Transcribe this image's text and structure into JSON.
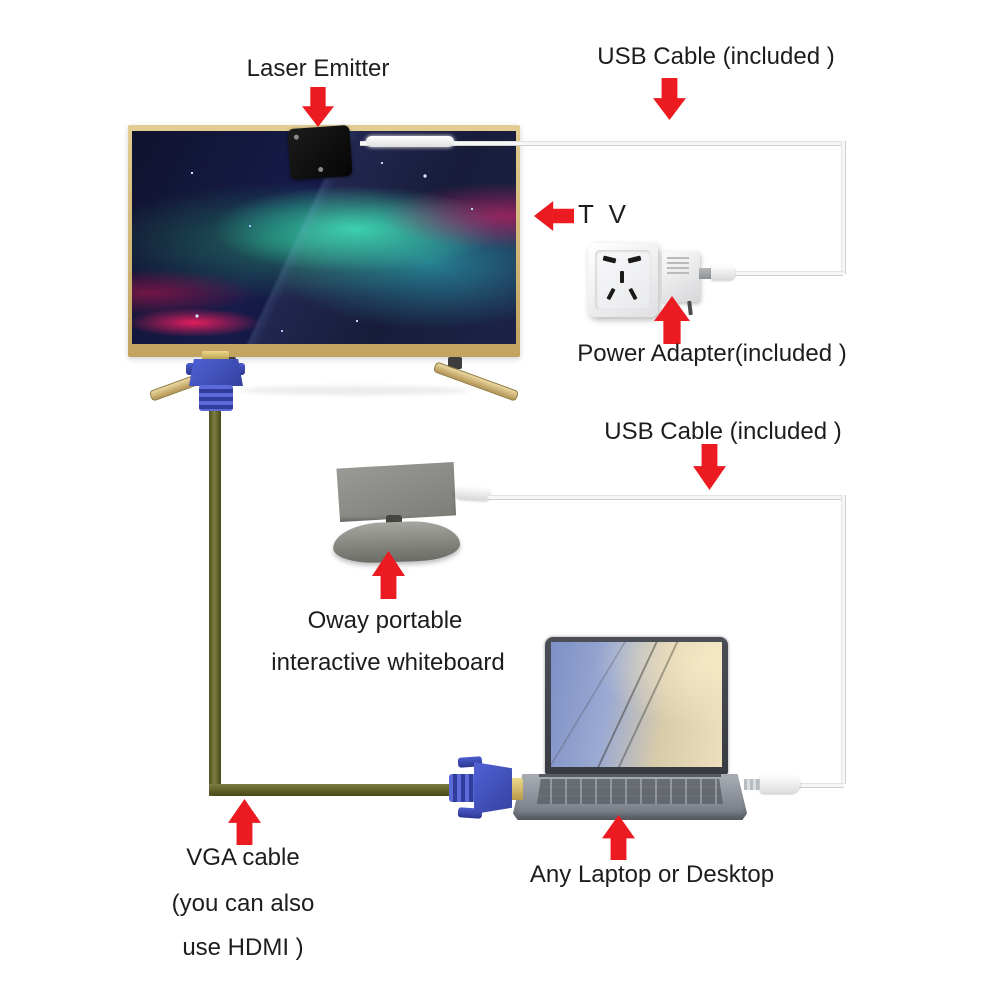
{
  "diagram": {
    "labels": {
      "laser_emitter": "Laser Emitter",
      "usb_cable_top": "USB Cable (included )",
      "tv": "T V",
      "power_adapter": "Power Adapter(included )",
      "usb_cable_mid": "USB Cable (included )",
      "whiteboard_line1": "Oway portable",
      "whiteboard_line2": "interactive whiteboard",
      "vga_line1": "VGA cable",
      "vga_line2": "(you can also",
      "vga_line3": "use HDMI )",
      "laptop": "Any Laptop or Desktop"
    },
    "colors": {
      "background": "#ffffff",
      "arrow_red": "#ec1b22",
      "text": "#1d1d1d",
      "tv_bezel_gold": "#c9a963",
      "usb_cable_white": "#f6f6f6",
      "vga_cable_olive": "#6b6b34",
      "vga_connector_blue": "#4254c5",
      "whiteboard_gray": "#8b8c86",
      "laptop_gray": "#767b84"
    },
    "components": [
      "laser-emitter",
      "tv",
      "usb-cable",
      "wall-outlet",
      "power-adapter",
      "portable-whiteboard",
      "laptop",
      "vga-cable",
      "usb-plug"
    ]
  }
}
